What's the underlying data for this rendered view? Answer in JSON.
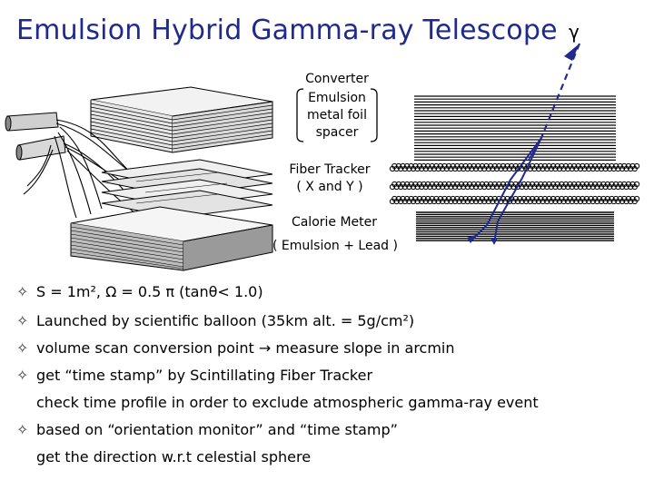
{
  "title": "Emulsion Hybrid Gamma-ray Telescope",
  "gamma_label": "γ",
  "diagram": {
    "converter_label": "Converter",
    "converter_items": [
      "Emulsion",
      "metal foil",
      "spacer"
    ],
    "fiber_tracker_label": "Fiber Tracker",
    "fiber_tracker_sub": "( X and Y )",
    "calorimeter_label": "Calorie Meter",
    "calorimeter_sub": "( Emulsion + Lead )"
  },
  "bullets": [
    {
      "marker": "✧",
      "text": "S = 1m², Ω = 0.5 π (tanθ< 1.0)"
    },
    {
      "marker": "✧",
      "text": "Launched by scientific balloon (35km alt. = 5g/cm²)"
    },
    {
      "marker": "✧",
      "text": "volume scan conversion point → measure slope in arcmin"
    },
    {
      "marker": "✧",
      "text": "get “time stamp” by Scintillating Fiber Tracker"
    },
    {
      "marker": "",
      "text": "check time profile in order to exclude atmospheric gamma-ray event"
    },
    {
      "marker": "✧",
      "text": "based on “orientation monitor” and “time stamp”"
    },
    {
      "marker": "",
      "text": "get the direction w.r.t celestial sphere"
    }
  ]
}
